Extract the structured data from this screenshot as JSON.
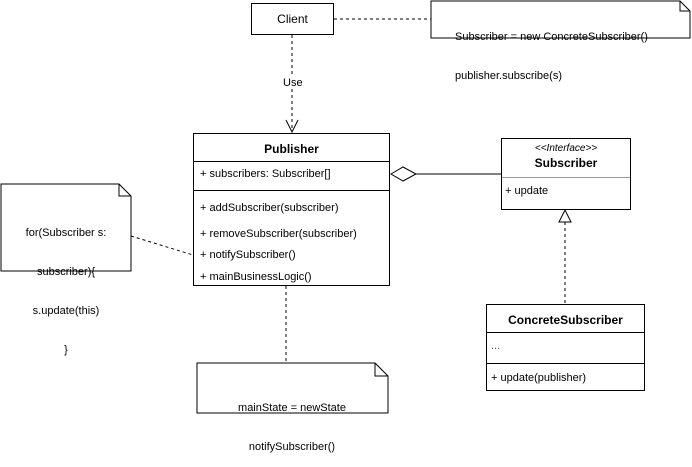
{
  "client": {
    "name": "Client"
  },
  "client_note": {
    "lines": [
      "Subscriber = new ConcreteSubscriber()",
      "publisher.subscribe(s)"
    ]
  },
  "use_label": "Use",
  "publisher": {
    "name": "Publisher",
    "fields": [
      "+ subscribers: Subscriber[]"
    ],
    "methods": [
      "+ addSubscriber(subscriber)",
      "+ removeSubscriber(subscriber)",
      "+ notifySubscriber()",
      "+ mainBusinessLogic()"
    ]
  },
  "subscriber_interface": {
    "stereotype": "<<Interface>>",
    "name": "Subscriber",
    "methods": [
      "+ update"
    ]
  },
  "concrete_subscriber": {
    "name": "ConcreteSubscriber",
    "fields": [
      "..."
    ],
    "methods": [
      "+ update(publisher)"
    ]
  },
  "loop_note": {
    "lines": [
      "for(Subscriber s:",
      "subscriber){",
      "s.update(this)",
      "}"
    ]
  },
  "state_note": {
    "lines": [
      "mainState = newState",
      "notifySubscriber()"
    ]
  }
}
